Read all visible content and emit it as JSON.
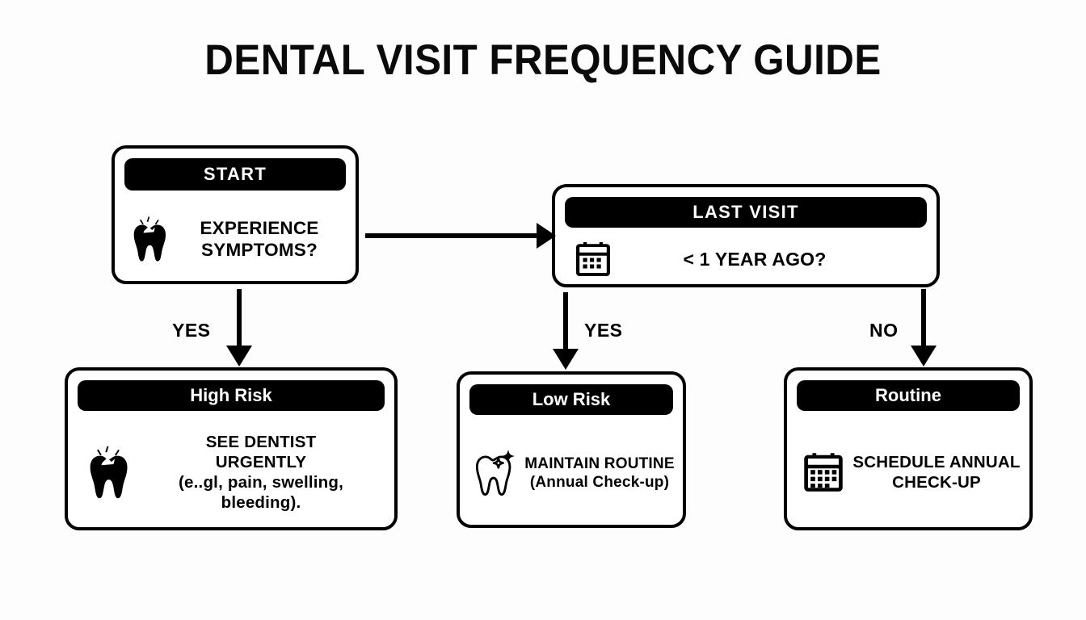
{
  "page": {
    "title": "DENTAL VISIT FREQUENCY GUIDE",
    "background_color": "#fdfdfd",
    "ink_color": "#000000"
  },
  "nodes": {
    "start": {
      "header": "START",
      "icon": "tooth-pain-icon",
      "text": "EXPERIENCE SYMPTOMS?",
      "line1": "EXPERIENCE",
      "line2": "SYMPTOMS?"
    },
    "last_visit": {
      "header": "LAST VISIT",
      "icon": "calendar-icon",
      "text": "< 1 YEAR AGO?"
    },
    "high_risk": {
      "header": "High Risk",
      "icon": "tooth-pain-icon",
      "line1": "SEE DENTIST",
      "line2": "URGENTLY",
      "line3": "(e..gl, pain, swelling, bleeding)."
    },
    "low_risk": {
      "header": "Low Risk",
      "icon": "tooth-sparkle-icon",
      "line1": "MAINTAIN ROUTINE",
      "line2": "(Annual Check-up)"
    },
    "routine": {
      "header": "Routine",
      "icon": "calendar-icon",
      "line1": "SCHEDULE ANNUAL",
      "line2": "CHECK-UP"
    }
  },
  "edges": [
    {
      "name": "start-to-last-visit",
      "label": "",
      "direction": "right"
    },
    {
      "name": "start-to-high-risk",
      "label": "YES",
      "direction": "down"
    },
    {
      "name": "last-visit-to-low-risk",
      "label": "YES",
      "direction": "down"
    },
    {
      "name": "last-visit-to-routine",
      "label": "NO",
      "direction": "down"
    }
  ]
}
